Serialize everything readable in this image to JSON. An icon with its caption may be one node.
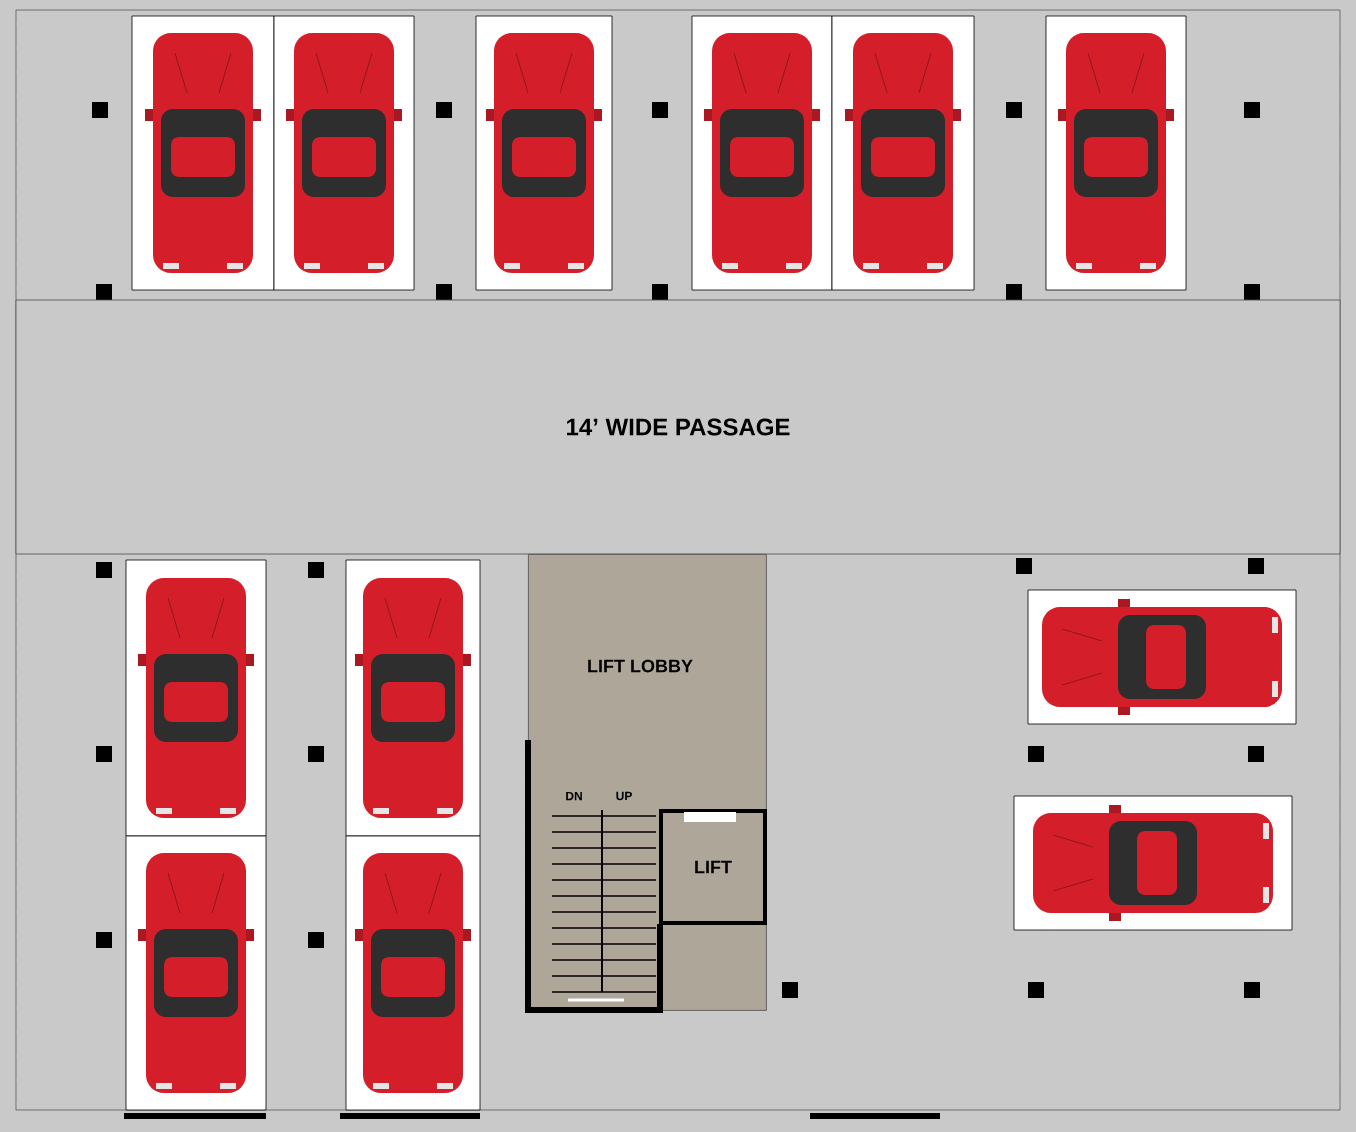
{
  "diagram": {
    "nodes": [
      {
        "text": [
          "14’ WIDE PASSAGE"
        ]
      },
      {
        "text": [
          "LIFT LOBBY"
        ]
      },
      {
        "text": [
          "LIFT"
        ],
        "in": 1
      }
    ],
    "labels": [
      "DN",
      "UP"
    ]
  }
}
